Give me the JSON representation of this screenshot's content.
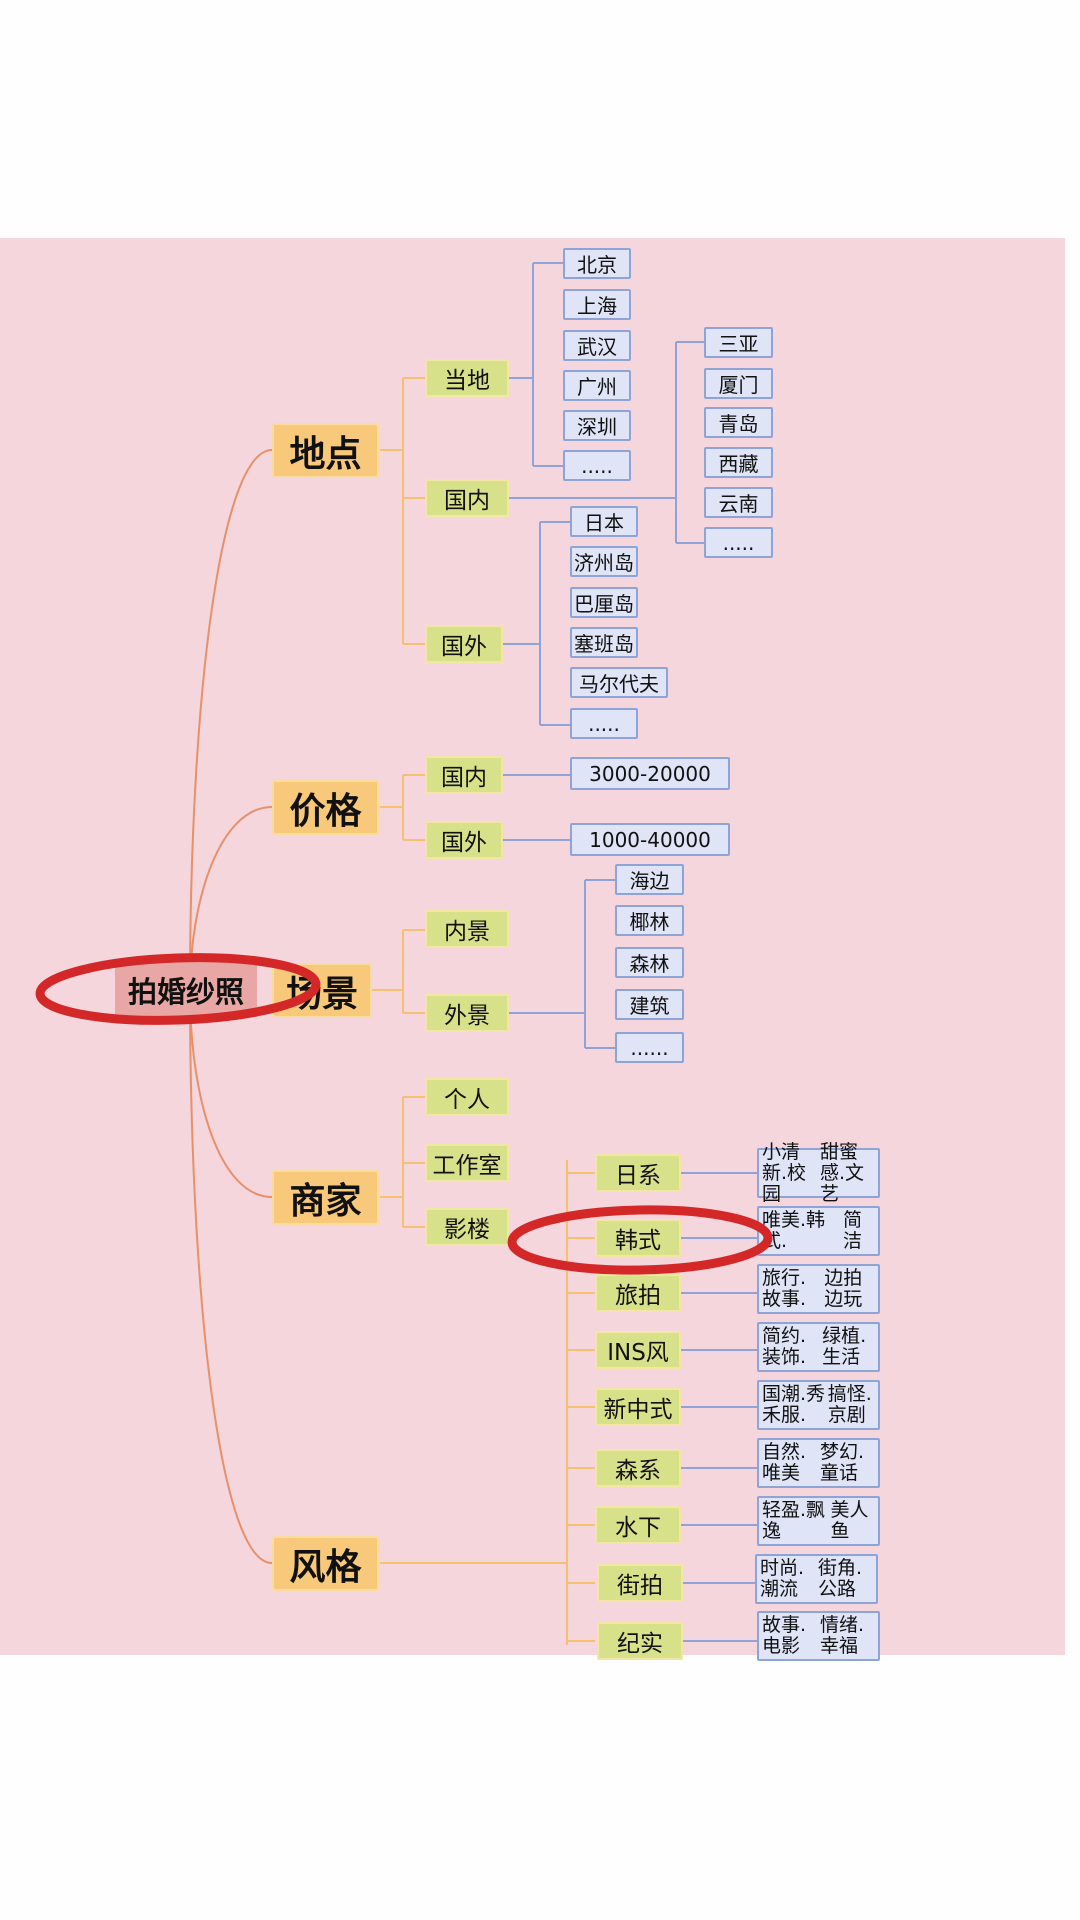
{
  "root": "拍婚纱照",
  "colors": {
    "background": "#f5d6dc",
    "root_fill": "#e8a7a4",
    "level1_fill": "#f8c97a",
    "level2_fill": "#d6e18a",
    "level3_fill": "#dfe4f6",
    "level3_border": "#8ea4d8",
    "root_link": "#e8906a",
    "level1_link": "#f5c070",
    "level2_link": "#8ea4d8",
    "annotation": "#d42828"
  },
  "branches": {
    "location": {
      "label": "地点",
      "local": {
        "label": "当地",
        "items": [
          "北京",
          "上海",
          "武汉",
          "广州",
          "深圳",
          "....."
        ]
      },
      "domestic": {
        "label": "国内",
        "items": [
          "三亚",
          "厦门",
          "青岛",
          "西藏",
          "云南",
          "....."
        ]
      },
      "abroad": {
        "label": "国外",
        "items": [
          "日本",
          "济州岛",
          "巴厘岛",
          "塞班岛",
          "马尔代夫",
          "....."
        ]
      }
    },
    "price": {
      "label": "价格",
      "domestic": {
        "label": "国内",
        "value": "3000-20000"
      },
      "abroad": {
        "label": "国外",
        "value": "1000-40000"
      }
    },
    "scene": {
      "label": "场景",
      "indoor": {
        "label": "内景"
      },
      "outdoor": {
        "label": "外景",
        "items": [
          "海边",
          "椰林",
          "森林",
          "建筑",
          "......"
        ]
      }
    },
    "merchant": {
      "label": "商家",
      "items": [
        "个人",
        "工作室",
        "影楼"
      ]
    },
    "style": {
      "label": "风格",
      "items": [
        {
          "label": "日系",
          "line1": "小清新.校园",
          "line2": "甜蜜感.文艺"
        },
        {
          "label": "韩式",
          "line1": "唯美.韩式.",
          "line2": "简洁"
        },
        {
          "label": "旅拍",
          "line1": "旅行.故事.",
          "line2": "边拍边玩"
        },
        {
          "label": "INS风",
          "line1": "简约.装饰.",
          "line2": "绿植.生活"
        },
        {
          "label": "新中式",
          "line1": "国潮.秀禾服.",
          "line2": "搞怪.京剧"
        },
        {
          "label": "森系",
          "line1": "自然.唯美",
          "line2": "梦幻.童话"
        },
        {
          "label": "水下",
          "line1": "轻盈.飘逸",
          "line2": "美人鱼"
        },
        {
          "label": "街拍",
          "line1": "时尚.潮流",
          "line2": "街角.公路"
        },
        {
          "label": "纪实",
          "line1": "故事.电影",
          "line2": "情绪.幸福"
        }
      ]
    }
  }
}
